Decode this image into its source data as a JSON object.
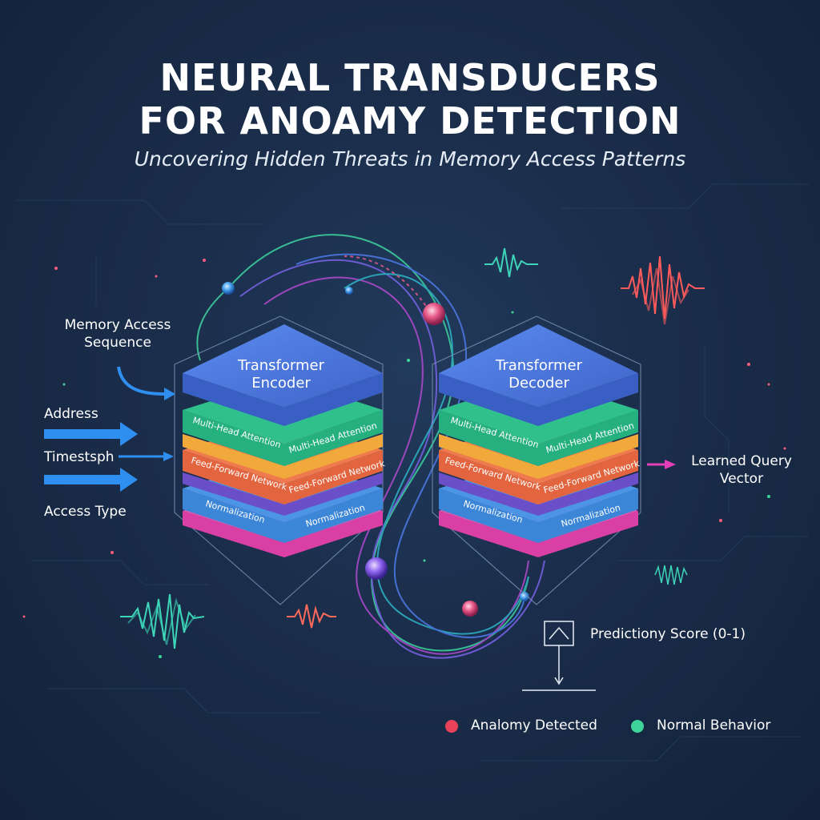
{
  "title": {
    "line1": "NEURAL TRANSDUCERS",
    "line2": "FOR ANOAMY DETECTION",
    "subtitle": "Uncovering Hidden Threats in Memory Access Patterns"
  },
  "inputs": {
    "sequence_line1": "Memory Access",
    "sequence_line2": "Sequence",
    "address": "Address",
    "timestamp": "Timestsph",
    "access_type": "Access Type"
  },
  "encoder": {
    "title_line1": "Transformer",
    "title_line2": "Encoder",
    "layer_attention_left": "Multi-Head Attention",
    "layer_attention_right": "Multi-Head Attention",
    "layer_ffn_left": "Feed-Forward Network",
    "layer_ffn_right": "Feed-Forward Network",
    "layer_norm_left": "Normalization",
    "layer_norm_right": "Normalization"
  },
  "decoder": {
    "title_line1": "Transformer",
    "title_line2": "Decoder",
    "layer_attention_left": "Multi-Head Attention",
    "layer_attention_right": "Multi-Head Attention",
    "layer_ffn_left": "Feed-Forward Network",
    "layer_ffn_right": "Feed-Forward Network",
    "layer_norm_left": "Normalization",
    "layer_norm_right": "Normalization"
  },
  "outputs": {
    "query_line1": "Learned Query",
    "query_line2": "Vector",
    "prediction": "Predictiony Score (0-1)"
  },
  "legend": {
    "anomaly": "Analomy Detected",
    "anomaly_color": "#e8425a",
    "normal": "Normal Behavior",
    "normal_color": "#3ed49a"
  },
  "colors": {
    "layer_top": "#4f7be0",
    "layer_attention": "#26b07f",
    "layer_orange": "#f0a93a",
    "layer_ffn": "#e3653f",
    "layer_purple": "#6b4fc9",
    "layer_norm": "#3c86d8",
    "layer_pink": "#d93fa4",
    "arrow_blue": "#2f8ff0",
    "arrow_magenta": "#e43fb8"
  }
}
